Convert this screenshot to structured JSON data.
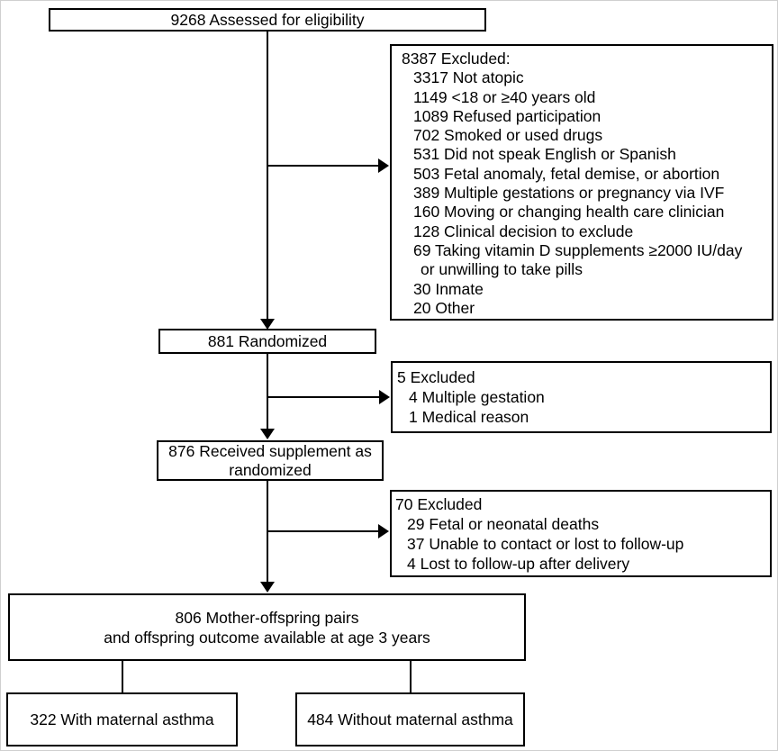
{
  "colors": {
    "line": "#000000",
    "background": "#ffffff"
  },
  "boxes": {
    "assessed": {
      "text": "9268 Assessed for eligibility"
    },
    "excluded_screening": {
      "heading": "8387 Excluded:",
      "items": [
        "3317 Not atopic",
        "1149 <18 or ≥40 years old",
        "1089 Refused participation",
        "702 Smoked or used drugs",
        "531 Did not speak English or Spanish",
        "503 Fetal anomaly, fetal demise, or abortion",
        "389 Multiple gestations or pregnancy via IVF",
        "160 Moving or changing health care clinician",
        "128 Clinical decision to exclude",
        "69 Taking vitamin D supplements ≥2000 IU/day",
        "or unwilling to take pills",
        "30 Inmate",
        "20 Other"
      ]
    },
    "randomized": {
      "text": "881 Randomized"
    },
    "excluded_randomized": {
      "heading": "5 Excluded",
      "items": [
        "4 Multiple gestation",
        "1 Medical reason"
      ]
    },
    "received": {
      "lines": [
        "876 Received supplement as",
        "randomized"
      ]
    },
    "excluded_followup": {
      "heading": "70 Excluded",
      "items": [
        "29 Fetal or neonatal deaths",
        "37 Unable to contact or lost to follow-up",
        "4 Lost to follow-up after delivery"
      ]
    },
    "pairs": {
      "lines": [
        "806 Mother-offspring pairs",
        "and offspring outcome available at age 3 years"
      ]
    },
    "with_asthma": {
      "text": "322 With maternal asthma"
    },
    "without_asthma": {
      "text": "484 Without maternal asthma"
    }
  }
}
